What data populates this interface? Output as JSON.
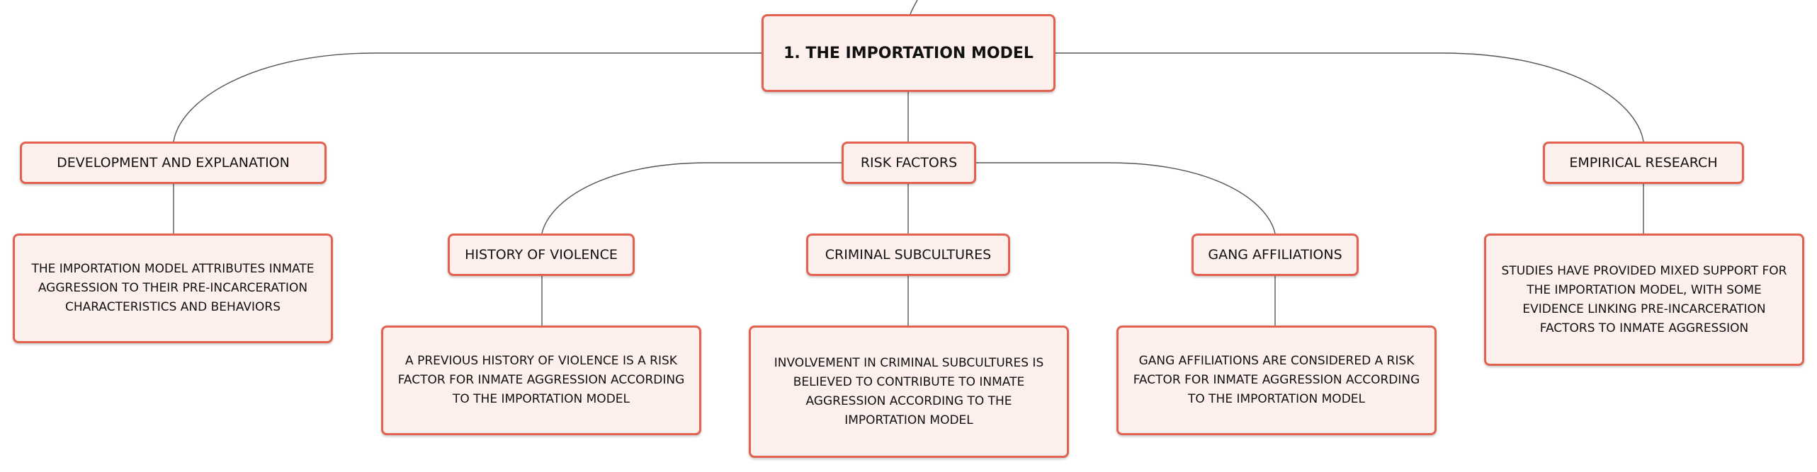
{
  "colors": {
    "border": "#e2624f",
    "fill": "#fdf0ec",
    "connector": "#555555"
  },
  "root": {
    "label": "1. THE IMPORTATION MODEL"
  },
  "branches": {
    "development": {
      "label": "DEVELOPMENT AND EXPLANATION",
      "detail": "THE IMPORTATION MODEL ATTRIBUTES INMATE AGGRESSION TO THEIR PRE-INCARCERATION CHARACTERISTICS AND BEHAVIORS"
    },
    "risk_factors": {
      "label": "RISK FACTORS",
      "children": {
        "history": {
          "label": "HISTORY OF VIOLENCE",
          "detail": "A PREVIOUS HISTORY OF VIOLENCE IS A RISK FACTOR FOR INMATE AGGRESSION ACCORDING TO THE IMPORTATION MODEL"
        },
        "subcultures": {
          "label": "CRIMINAL SUBCULTURES",
          "detail": "INVOLVEMENT IN CRIMINAL SUBCULTURES IS BELIEVED TO CONTRIBUTE TO INMATE AGGRESSION ACCORDING TO THE IMPORTATION MODEL"
        },
        "gangs": {
          "label": "GANG AFFILIATIONS",
          "detail": "GANG AFFILIATIONS ARE CONSIDERED A RISK FACTOR FOR INMATE AGGRESSION ACCORDING TO THE IMPORTATION MODEL"
        }
      }
    },
    "empirical": {
      "label": "EMPIRICAL RESEARCH",
      "detail": "STUDIES HAVE PROVIDED MIXED SUPPORT FOR THE IMPORTATION MODEL, WITH SOME EVIDENCE LINKING PRE-INCARCERATION FACTORS TO INMATE AGGRESSION"
    }
  }
}
